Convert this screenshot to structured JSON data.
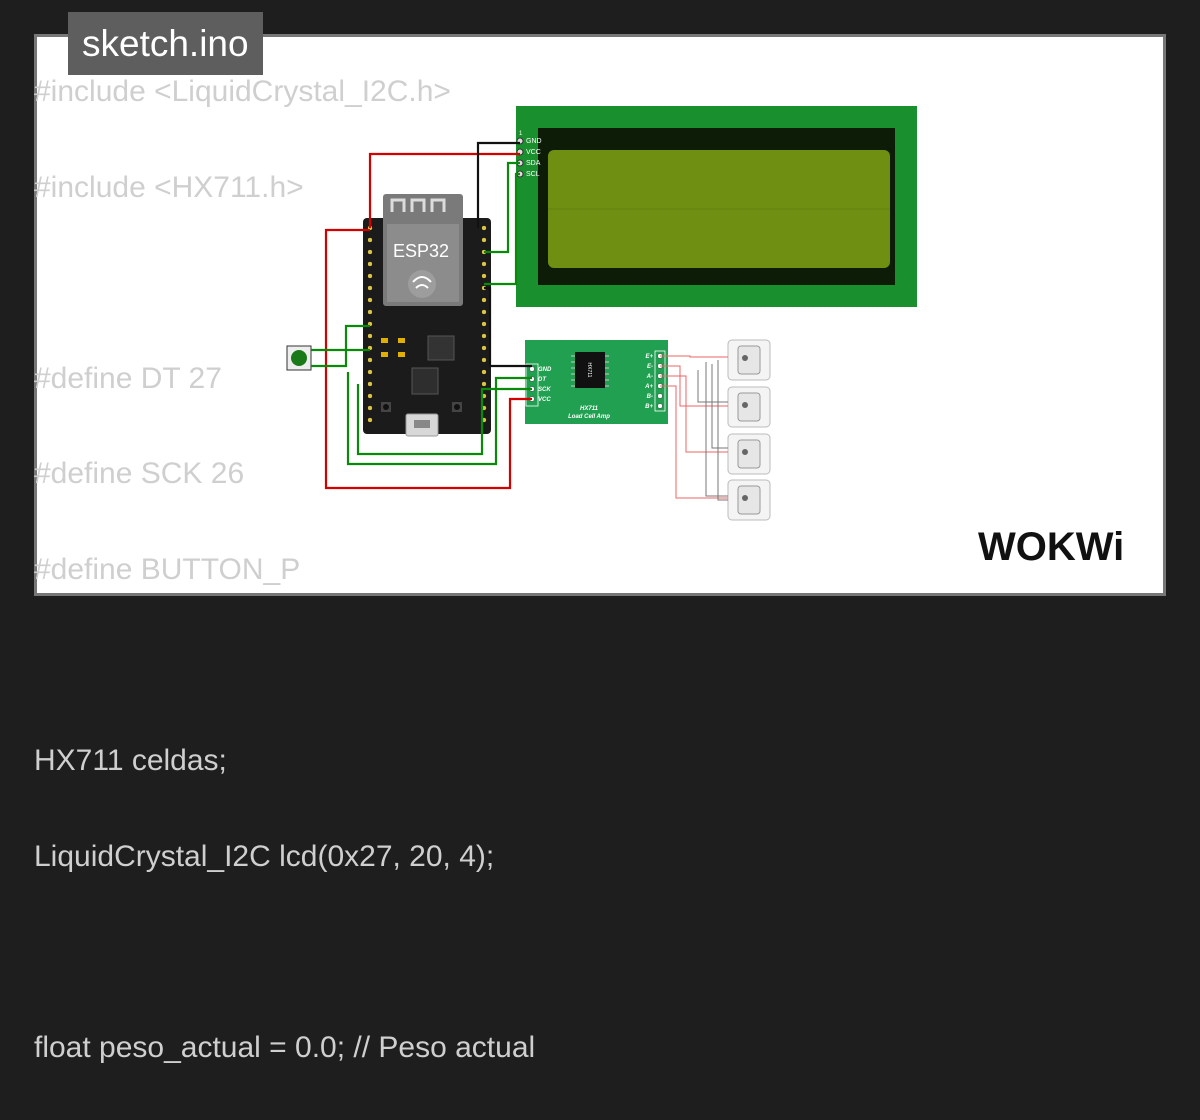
{
  "tab": {
    "title": "sketch.ino"
  },
  "code": {
    "lines": [
      "#include <LiquidCrystal_I2C.h>",
      "#include <HX711.h>",
      "",
      "#define DT 27",
      "#define SCK 26",
      "#define BUTTON_P",
      "",
      "HX711 celdas;",
      "LiquidCrystal_I2C lcd(0x27, 20, 4);",
      "",
      "float peso_actual = 0.0; // Peso actual"
    ]
  },
  "esp32": {
    "label": "ESP32"
  },
  "lcd": {
    "pins": [
      "GND",
      "VCC",
      "SDA",
      "SCL"
    ],
    "pin1": "1"
  },
  "hx711": {
    "left_pins": [
      "GND",
      "DT",
      "SCK",
      "VCC"
    ],
    "right_pins": [
      "E+",
      "E-",
      "A-",
      "A+",
      "B-",
      "B+"
    ],
    "chip_label": "HX711",
    "board_line1": "HX711",
    "board_line2": "Load Cell Amp"
  },
  "brand": {
    "name": "WOKWi"
  },
  "colors": {
    "background": "#1e1e1e",
    "card": "#ffffff",
    "lcd_green": "#1a8f2e",
    "lcd_screen": "#6f8f12",
    "hx711_green": "#20a050",
    "wire_red": "#d40000",
    "wire_green": "#0a8a0a",
    "wire_black": "#111111"
  }
}
